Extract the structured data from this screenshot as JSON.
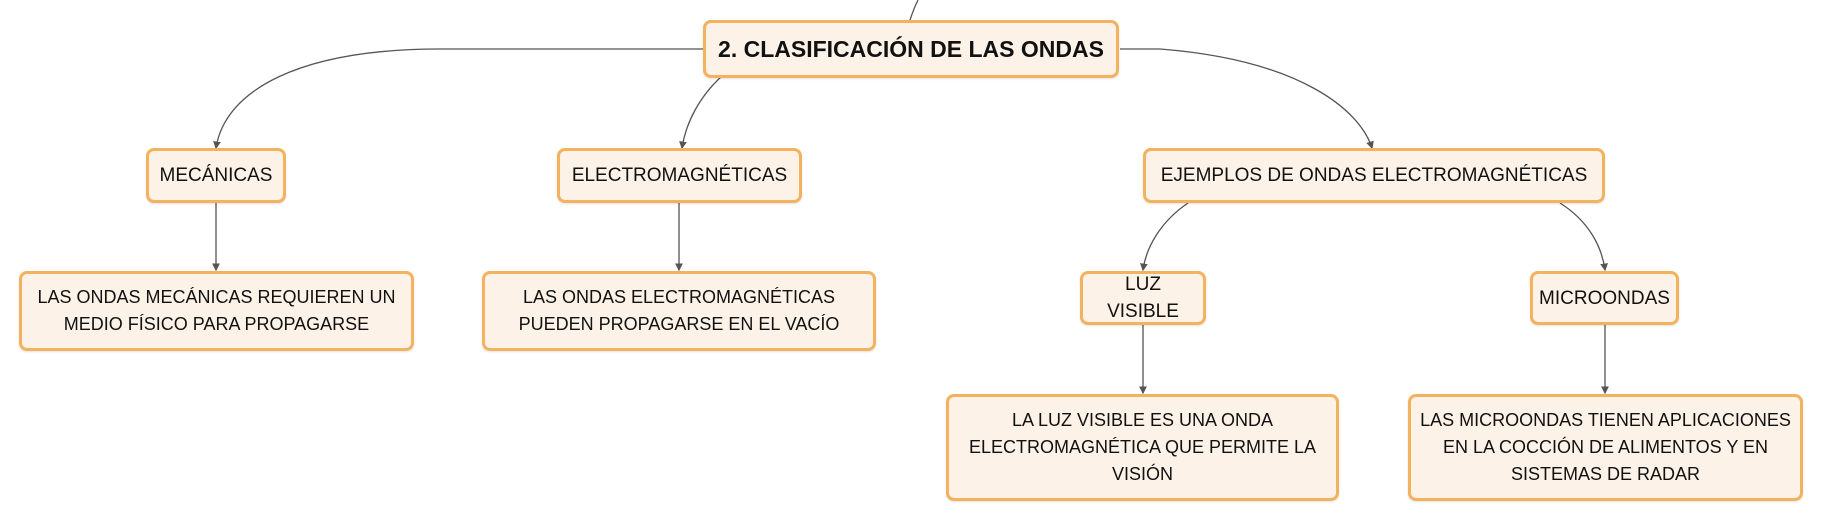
{
  "style": {
    "node_fill": "#fdf2e7",
    "node_border": "#f3b25e",
    "edge_color": "#555555"
  },
  "nodes": {
    "root": {
      "label": "2. CLASIFICACIÓN DE LAS ONDAS"
    },
    "mecanicas": {
      "label": "MECÁNICAS"
    },
    "electromagneticas": {
      "label": "ELECTROMAGNÉTICAS"
    },
    "ejemplos": {
      "label": "EJEMPLOS DE ONDAS ELECTROMAGNÉTICAS"
    },
    "mecanicas_desc": {
      "label": "LAS ONDAS MECÁNICAS REQUIEREN UN MEDIO FÍSICO PARA PROPAGARSE"
    },
    "electro_desc": {
      "label": "LAS ONDAS ELECTROMAGNÉTICAS PUEDEN PROPAGARSE EN EL VACÍO"
    },
    "luz_visible": {
      "label": "LUZ VISIBLE"
    },
    "microondas": {
      "label": "MICROONDAS"
    },
    "luz_desc": {
      "label": "LA LUZ VISIBLE ES UNA ONDA ELECTROMAGNÉTICA QUE PERMITE LA VISIÓN"
    },
    "micro_desc": {
      "label": "LAS MICROONDAS TIENEN APLICACIONES EN LA COCCIÓN DE ALIMENTOS Y EN SISTEMAS DE RADAR"
    }
  }
}
